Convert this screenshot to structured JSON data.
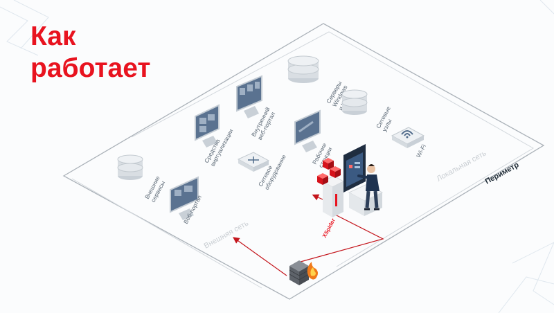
{
  "title": {
    "line1": "Как",
    "line2": "работает"
  },
  "zones": {
    "perimeter": "Периметр",
    "local_network": "Локальная сеть",
    "external_network": "Внешняя сеть"
  },
  "nodes": {
    "servers_windows_linux": [
      "Серверы",
      "Windows",
      "и Linux"
    ],
    "internal_portal": [
      "Внутренний",
      "веб-портал"
    ],
    "network_nodes": [
      "Сетевые",
      "узлы"
    ],
    "virtualization": [
      "Средства",
      "виртуализации"
    ],
    "workstations": [
      "Рабочие",
      "станции"
    ],
    "wifi": [
      "Wi-Fi"
    ],
    "network_equipment": [
      "Сетевое",
      "оборудование"
    ],
    "external_services": [
      "Внешние",
      "сервисы"
    ],
    "web_portal": [
      "Веб-портал"
    ],
    "xspider": [
      "XSpider"
    ]
  },
  "colors": {
    "brand_red": "#e8131f",
    "icon_gray": "#c9d0d7",
    "screen_blue": "#4f6a8a",
    "line_gray": "#b9c0c7",
    "person_navy": "#1f3350"
  }
}
